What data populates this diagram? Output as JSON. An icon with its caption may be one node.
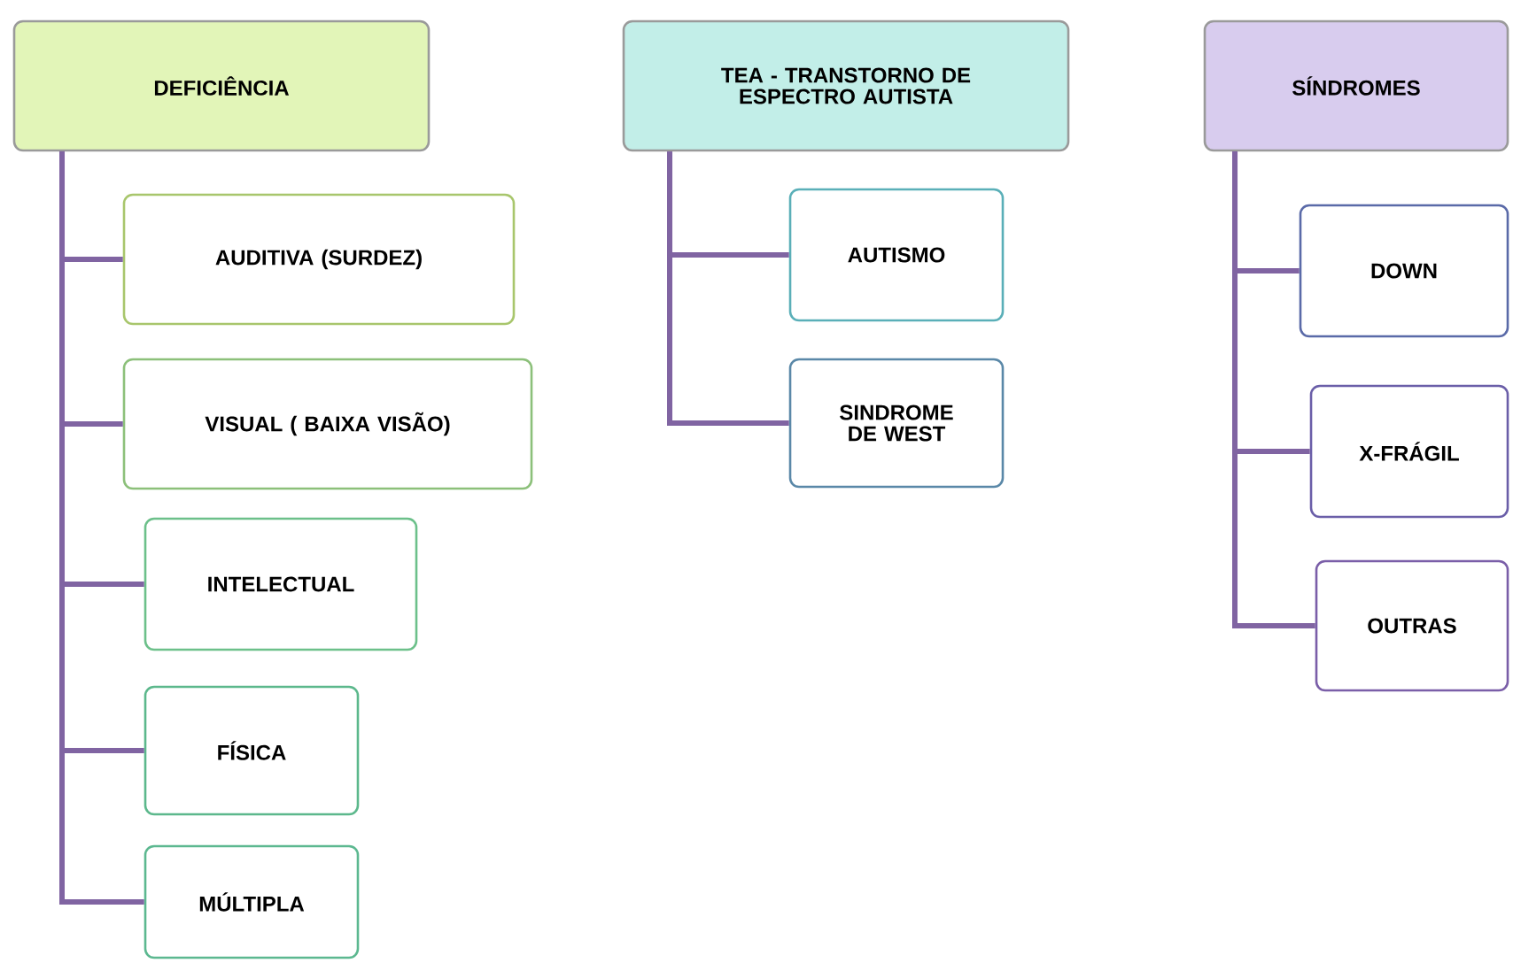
{
  "diagram": {
    "nodes": [
      {
        "text": [
          "DEFICIÊNCIA"
        ]
      },
      {
        "text": [
          "AUDITIVA (SURDEZ)"
        ]
      },
      {
        "text": [
          "VISUAL ( BAIXA VISÃO)"
        ]
      },
      {
        "text": [
          "INTELECTUAL"
        ]
      },
      {
        "text": [
          "FÍSICA"
        ]
      },
      {
        "text": [
          "MÚLTIPLA"
        ]
      },
      {
        "text": [
          "TEA - TRANSTORNO DE ESPECTRO AUTISTA"
        ]
      },
      {
        "text": [
          "AUTISMO"
        ]
      },
      {
        "text": [
          "SINDROME DE WEST"
        ]
      },
      {
        "text": [
          "SÍNDROMES"
        ]
      },
      {
        "text": [
          "DOWN"
        ]
      },
      {
        "text": [
          "X-FRÁGIL"
        ]
      },
      {
        "text": [
          "OUTRAS"
        ]
      }
    ],
    "edges": [
      {
        "from": 0,
        "to": 1,
        "arrow": "none"
      },
      {
        "from": 0,
        "to": 2,
        "arrow": "none"
      },
      {
        "from": 0,
        "to": 3,
        "arrow": "none"
      },
      {
        "from": 0,
        "to": 4,
        "arrow": "none"
      },
      {
        "from": 0,
        "to": 5,
        "arrow": "none"
      },
      {
        "from": 6,
        "to": 7,
        "arrow": "none"
      },
      {
        "from": 6,
        "to": 8,
        "arrow": "none"
      },
      {
        "from": 9,
        "to": 10,
        "arrow": "none"
      },
      {
        "from": 9,
        "to": 11,
        "arrow": "none"
      },
      {
        "from": 9,
        "to": 12,
        "arrow": "none"
      }
    ]
  }
}
